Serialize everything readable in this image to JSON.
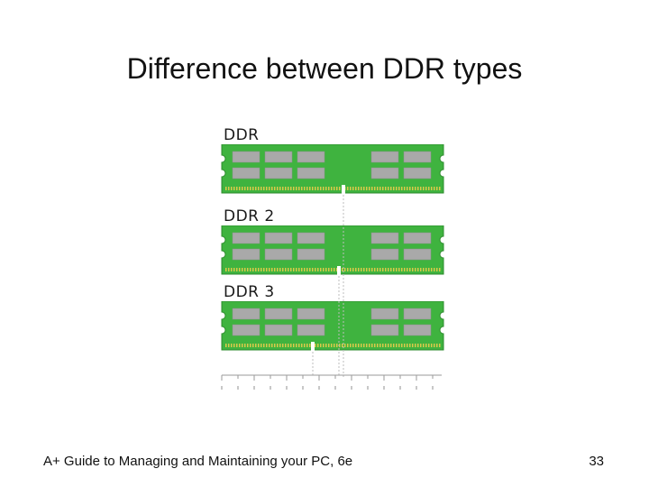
{
  "slide": {
    "title": "Difference between DDR types",
    "footer": "A+ Guide to Managing and Maintaining your PC, 6e",
    "page_number": "33"
  },
  "modules": [
    {
      "label": "DDR"
    },
    {
      "label": "DDR 2"
    },
    {
      "label": "DDR 3"
    }
  ],
  "colors": {
    "pcb_green": "#3fb33f",
    "pcb_dark": "#2e8b2e",
    "chip_gray": "#a9a9a9",
    "contact_gold": "#d9c94a"
  }
}
